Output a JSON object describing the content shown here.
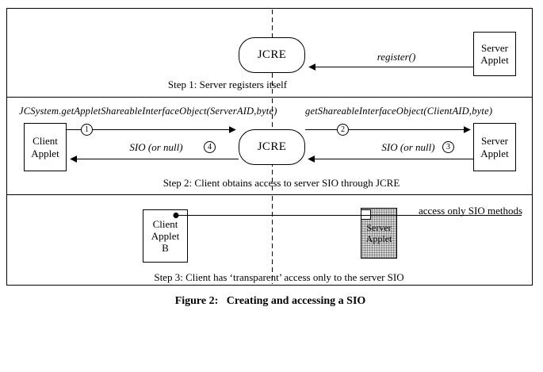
{
  "figure_caption": "Figure 2:   Creating and accessing a SIO",
  "step1": {
    "caption": "Step 1: Server registers itself",
    "jcre": "JCRE",
    "server_applet": "Server\nApplet",
    "register_call": "register()"
  },
  "step2": {
    "caption": "Step 2: Client obtains access to server SIO through JCRE",
    "client_call": "JCSystem.getAppletShareableInterfaceObject(ServerAID,byte)",
    "server_call": "getShareableInterfaceObject(ClientAID,byte)",
    "client_applet": "Client\nApplet",
    "jcre": "JCRE",
    "server_applet": "Server\nApplet",
    "sio_return_left": "SIO (or null)",
    "sio_return_right": "SIO (or null)",
    "badges": [
      "1",
      "2",
      "3",
      "4"
    ]
  },
  "step3": {
    "caption": "Step 3: Client has ‘transparent’ access only to the server SIO",
    "client_applet": "Client\nApplet\nB",
    "server_applet": "Server\nApplet",
    "access_note": "access only SIO methods"
  }
}
